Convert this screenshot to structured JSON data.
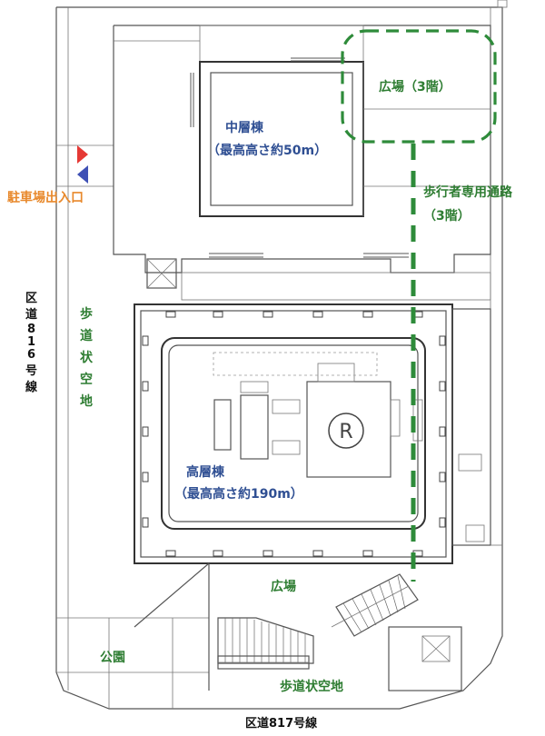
{
  "labels": {
    "mid_building_name": "中層棟",
    "mid_building_height": "（最高高さ約50m）",
    "plaza_3f": "広場（3階）",
    "pedestrian_path_name": "歩行者専用通路",
    "pedestrian_path_floor": "（3階）",
    "parking_entrance": "駐車場出入口",
    "sidewalk_space_vertical": [
      "歩",
      "道",
      "状",
      "空",
      "地"
    ],
    "road_816_vertical": [
      "区",
      "道",
      "8",
      "1",
      "6",
      "号",
      "線"
    ],
    "high_building_name": "高層棟",
    "high_building_height": "（最高高さ約190m）",
    "heliport_mark": "R",
    "plaza_ground": "広場",
    "park": "公園",
    "sidewalk_space_bottom": "歩道状空地",
    "road_817": "区道817号線"
  },
  "colors": {
    "blue_label": "#2f4f93",
    "green_label": "#2e7d32",
    "orange_label": "#e8892c",
    "entry_arrow_red": "#e53935",
    "entry_arrow_blue": "#3f51b5",
    "path_green": "#2e8b3a"
  }
}
